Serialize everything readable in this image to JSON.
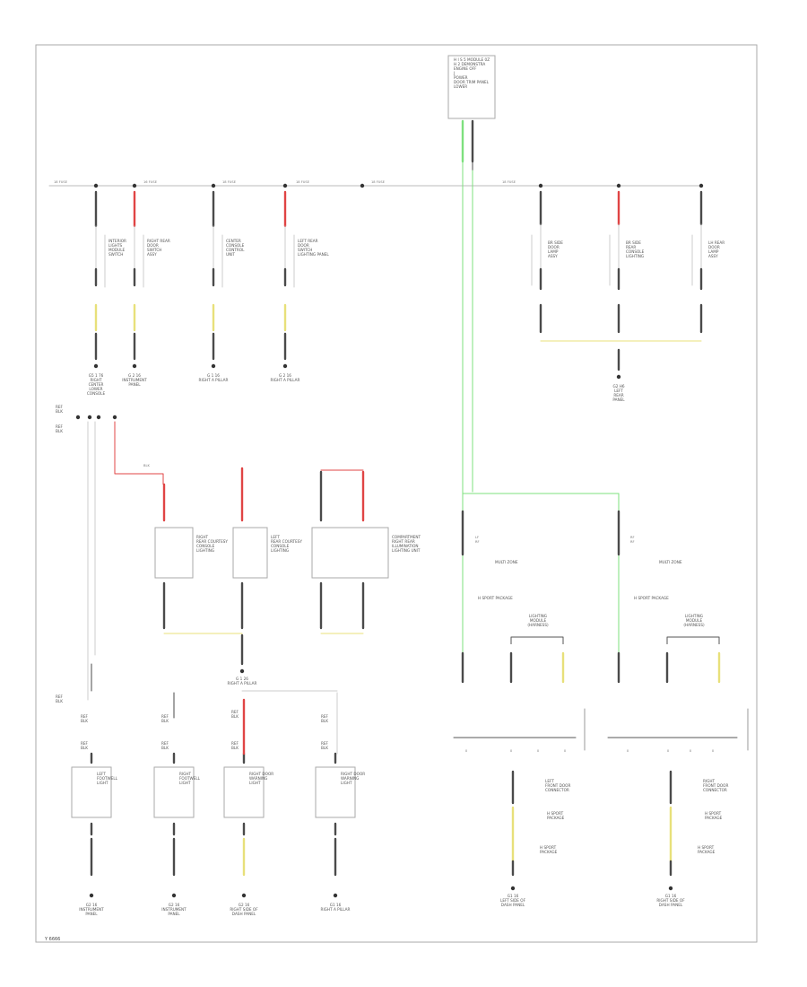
{
  "title": "",
  "corner_label": "Y 6666",
  "hub": {
    "lines": [
      "H I S 5 MODULE 0Z",
      "H 2 DEMONSTRA",
      "ENGINE OFF",
      "J",
      "POWER",
      "DOOR TRIM PANEL",
      "LOWER"
    ]
  },
  "bus_tags": [
    "18 FUSE",
    "16 FUSE",
    "18 FUSE",
    "18 FUSE",
    "18 FUSE"
  ],
  "top_components": [
    {
      "lines": [
        "INTERIOR",
        "LIGHTS",
        "MODULE",
        "SWITCH"
      ],
      "ground": [
        "G5 1 76",
        "RIGHT",
        "CENTER",
        "LOWER",
        "CONSOLE"
      ]
    },
    {
      "lines": [
        "RIGHT REAR",
        "DOOR",
        "SWITCH",
        "ASSY"
      ],
      "ground": [
        "G 2 16",
        "INSTRUMENT",
        "PANEL"
      ]
    },
    {
      "lines": [
        "CENTER",
        "CONSOLE",
        "CONTROL",
        "UNIT"
      ],
      "ground": [
        "G 1 16",
        "RIGHT A PILLAR"
      ]
    },
    {
      "lines": [
        "LEFT REAR",
        "DOOR",
        "SWITCH",
        "LIGHTING PANEL"
      ],
      "ground": [
        "G 2 16",
        "RIGHT A PILLAR"
      ]
    }
  ],
  "right_components": [
    {
      "lines": [
        "BR SIDE",
        "DOOR",
        "LAMP",
        "ASSY"
      ]
    },
    {
      "lines": [
        "BR SIDE",
        "REAR",
        "CONSOLE",
        "LIGHTING"
      ]
    },
    {
      "lines": [
        "LH REAR",
        "DOOR",
        "LAMP",
        "ASSY"
      ]
    }
  ],
  "right_ground": [
    "G2 H6",
    "LEFT",
    "REAR",
    "PANEL"
  ],
  "mid_row_labels": [
    "MULTI ZONE",
    "MULTI ZONE"
  ],
  "mid_components": [
    {
      "lines": [
        "RIGHT",
        "REAR COURTESY",
        "CONSOLE",
        "LIGHTING"
      ]
    },
    {
      "lines": [
        "LEFT",
        "REAR COURTESY",
        "CONSOLE",
        "LIGHTING"
      ]
    },
    {
      "lines": [
        "COMPARTMENT",
        "RIGHT REAR",
        "ILLUMINATION",
        "LIGHTING UNIT"
      ]
    }
  ],
  "mid_ground": [
    "G 1 26",
    "RIGHT A PILLAR"
  ],
  "connector_labels": {
    "right_a": [
      "LF",
      "RF"
    ],
    "right_b": [
      "RF",
      "RF"
    ]
  },
  "bottom_components": [
    {
      "lines": [
        "LEFT",
        "FOOTWELL",
        "LIGHT"
      ],
      "ground": [
        "G2 16",
        "INSTRUMENT",
        "PANEL"
      ]
    },
    {
      "lines": [
        "RIGHT",
        "FOOTWELL",
        "LIGHT"
      ],
      "ground": [
        "G2 16",
        "INSTRUMENT",
        "PANEL"
      ]
    },
    {
      "lines": [
        "RIGHT DOOR",
        "WARNING",
        "LIGHT"
      ],
      "ground": [
        "G2 16",
        "RIGHT SIDE OF",
        "DASH PANEL"
      ]
    },
    {
      "lines": [
        "RIGHT DOOR",
        "WARNING",
        "LIGHT"
      ],
      "ground": [
        "G1 16",
        "RIGHT A PILLAR"
      ]
    }
  ],
  "sport_labels": [
    "H SPORT PACKAGE",
    "H SPORT PACKAGE",
    "H SPORT PACKAGE",
    "H SPORT PACKAGE"
  ],
  "lighting_connectors": [
    [
      "LIGHTING",
      "MODULE",
      "(HARNESS)"
    ],
    [
      "LIGHTING",
      "MODULE",
      "(HARNESS)"
    ]
  ],
  "door_modules": [
    {
      "lines": [
        "LEFT",
        "FRONT DOOR",
        "CONNECTOR"
      ],
      "packs": [
        "H SPORT",
        "PACKAGE",
        "H SPORT",
        "PACKAGE"
      ],
      "ground": [
        "G1 16",
        "LEFT SIDE OF",
        "DASH PANEL"
      ]
    },
    {
      "lines": [
        "RIGHT",
        "FRONT DOOR",
        "CONNECTOR"
      ],
      "packs": [
        "H SPORT",
        "PACKAGE",
        "H SPORT",
        "PACKAGE"
      ],
      "ground": [
        "G1 16",
        "RIGHT SIDE OF",
        "DASH PANEL"
      ]
    }
  ],
  "colors": {
    "wire": "#4a4a4a",
    "green": "#7ee07e",
    "red": "#e04444",
    "yellow": "#e8e07a",
    "frame": "#aaaaaa"
  }
}
